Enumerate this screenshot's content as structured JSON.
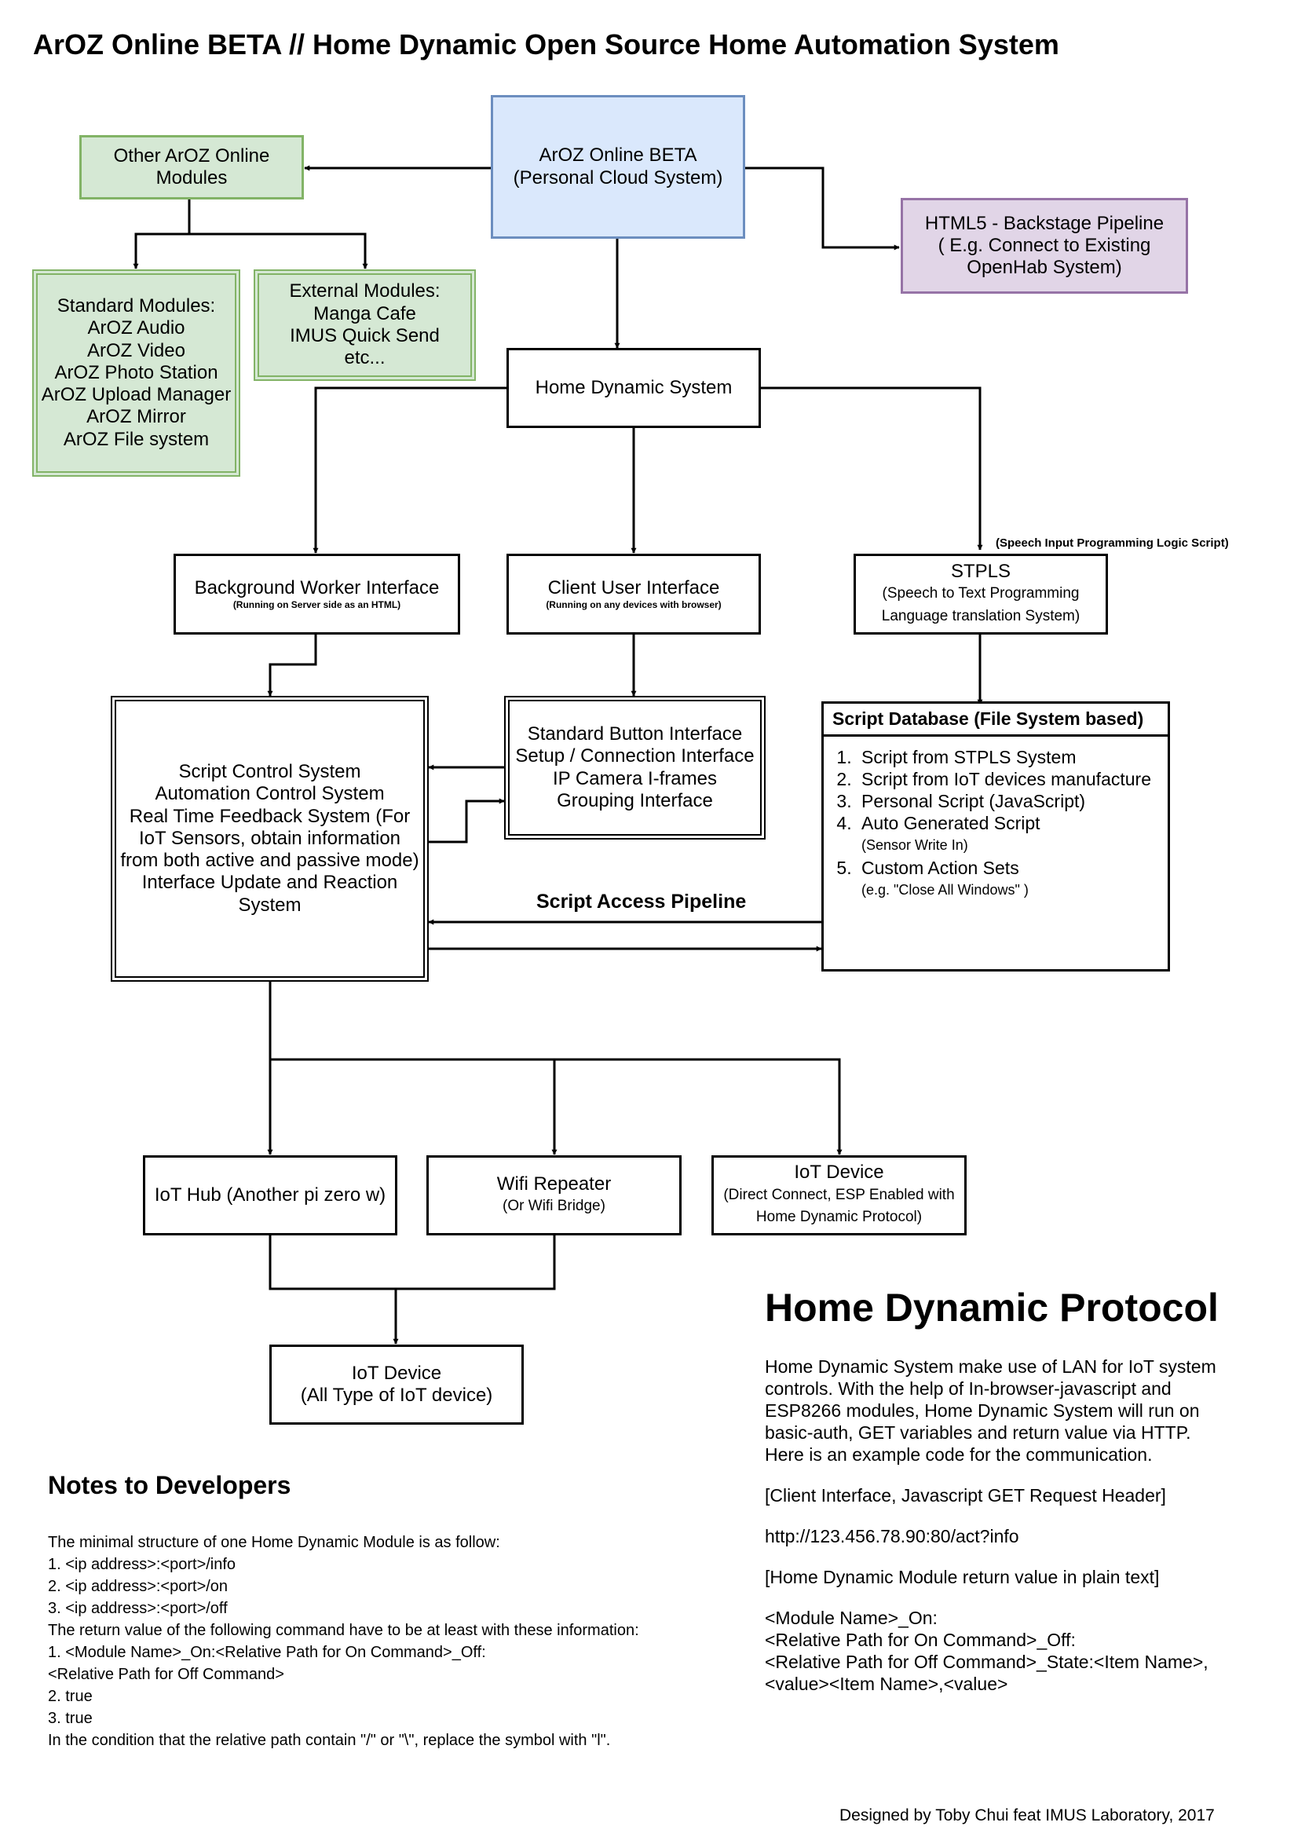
{
  "title": "ArOZ Online BETA //  Home Dynamic Open Source Home Automation System",
  "nodes": {
    "aroz_online": [
      "ArOZ Online BETA",
      "(Personal Cloud System)"
    ],
    "other_modules": [
      "Other ArOZ Online",
      "Modules"
    ],
    "html5_pipeline": [
      "HTML5 - Backstage Pipeline",
      "( E.g. Connect to Existing",
      "OpenHab System)"
    ],
    "standard_modules": [
      "Standard Modules:",
      "ArOZ Audio",
      "ArOZ Video",
      "ArOZ Photo Station",
      "ArOZ Upload Manager",
      "ArOZ Mirror",
      "ArOZ File system"
    ],
    "external_modules": [
      "External Modules:",
      "Manga Cafe",
      "IMUS Quick Send",
      "etc..."
    ],
    "home_dynamic": "Home Dynamic System",
    "background_worker": {
      "label": "Background Worker Interface",
      "note": "(Running on Server side as an HTML)"
    },
    "client_ui": {
      "label": "Client User Interface",
      "note": "(Running on any devices with browser)"
    },
    "stpls": {
      "note_above": "(Speech Input Programming Logic Script)",
      "label": "STPLS",
      "sub": [
        "(Speech to Text Programming",
        "Language translation System)"
      ]
    },
    "script_control": [
      "Script Control System",
      "Automation Control System",
      "Real Time Feedback System (For",
      "IoT Sensors, obtain information",
      "from both active and passive mode)",
      "Interface Update and Reaction",
      "System"
    ],
    "standard_button": [
      "Standard Button Interface",
      "Setup / Connection Interface",
      "IP Camera I-frames",
      "Grouping Interface"
    ],
    "script_db": {
      "header": "Script Database (File System based)",
      "items": [
        {
          "text": "Script from STPLS System",
          "note": ""
        },
        {
          "text": "Script from IoT devices manufacture",
          "note": ""
        },
        {
          "text": "Personal Script (JavaScript)",
          "note": ""
        },
        {
          "text": "Auto Generated Script",
          "note": "(Sensor Write In)"
        },
        {
          "text": "Custom Action Sets",
          "note": "(e.g. \"Close All Windows\" )"
        }
      ]
    },
    "pipeline_label": "Script Access Pipeline",
    "iot_hub": "IoT Hub (Another pi zero w)",
    "wifi_repeater": {
      "label": "Wifi Repeater",
      "sub": "(Or Wifi Bridge)"
    },
    "iot_direct": {
      "label": "IoT Device",
      "sub": [
        "(Direct Connect, ESP Enabled with",
        "Home Dynamic Protocol)"
      ]
    },
    "iot_all": [
      "IoT Device",
      "(All Type of IoT device)"
    ]
  },
  "protocol": {
    "heading": "Home Dynamic Protocol",
    "paragraphs": [
      [
        "Home Dynamic System make use of LAN for IoT system",
        "controls. With the help of In-browser-javascript and",
        "ESP8266 modules, Home Dynamic System will run on",
        "basic-auth, GET variables and return value via HTTP.",
        "Here is an example code for the communication."
      ],
      [
        "[Client Interface, Javascript GET Request Header]"
      ],
      [
        "http://123.456.78.90:80/act?info"
      ],
      [
        "[Home Dynamic Module return value in plain text]"
      ],
      [
        "<Module Name>_On:",
        "<Relative Path for On Command>_Off:",
        "<Relative Path for Off Command>_State:<Item Name>,",
        "<value><Item Name>,<value>"
      ]
    ]
  },
  "notes": {
    "heading": "Notes to Developers",
    "lines": [
      "The minimal structure of one Home Dynamic Module is as follow:",
      "1. <ip address>:<port>/info",
      "2. <ip address>:<port>/on",
      "3. <ip address>:<port>/off",
      "The return value of the following command have to be at least with these information:",
      "1. <Module Name>_On:<Relative Path for On Command>_Off:",
      "<Relative Path for Off Command>",
      "2. true",
      "3. true",
      "In the condition that the relative path contain \"/\" or \"\\\", replace the symbol with \"l\"."
    ]
  },
  "footer": "Designed by Toby Chui feat IMUS Laboratory, 2017"
}
